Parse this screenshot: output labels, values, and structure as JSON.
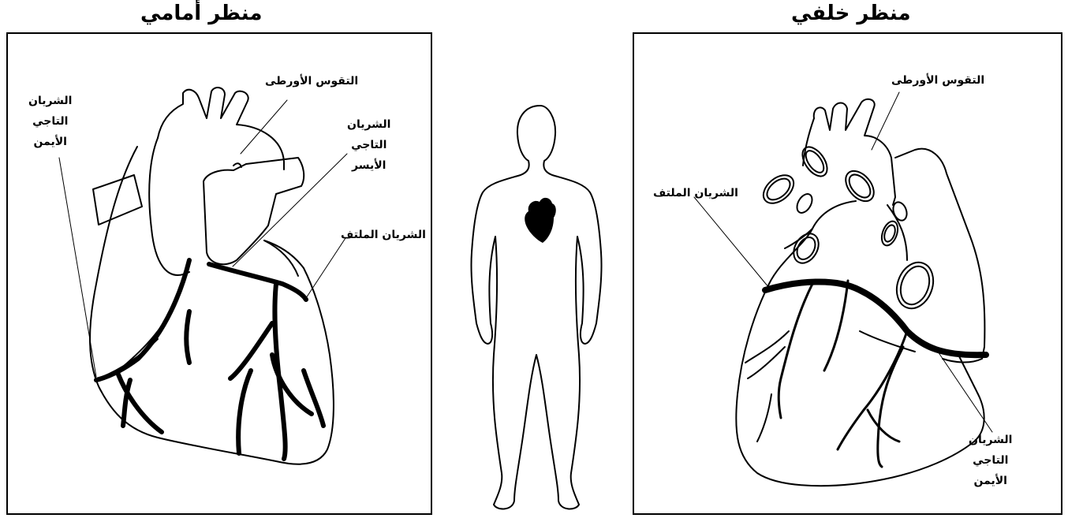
{
  "front": {
    "title": "منظر أمامي",
    "aortic_arch": "التقوس الأورطى",
    "right_coronary": [
      "الشريان",
      "التاجي",
      "الأيمن"
    ],
    "left_coronary": [
      "الشريان",
      "التاجي",
      "الأيسر"
    ],
    "circumflex": "الشريان الملتف"
  },
  "back": {
    "title": "منظر خلفي",
    "aortic_arch": "التقوس الأورطى",
    "circumflex": "الشريان الملتف",
    "right_coronary": [
      "الشريان",
      "التاجي",
      "الأيمن"
    ]
  }
}
